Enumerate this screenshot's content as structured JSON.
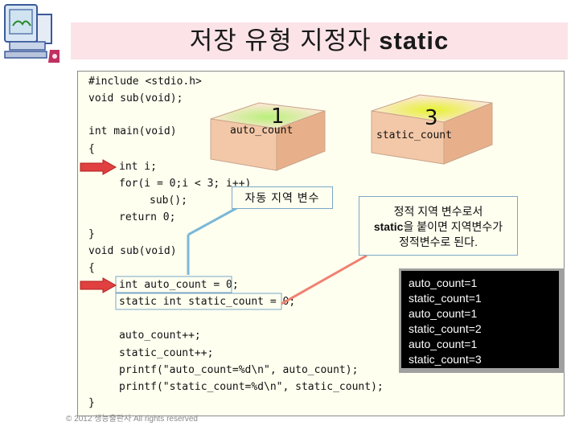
{
  "slide": {
    "title_prefix": "저장 유형 지정자 ",
    "title_keyword": "static"
  },
  "code_lines": [
    "#include <stdio.h>",
    "void sub(void);",
    "int main(void)",
    "{",
    "int i;",
    "for(i = 0;i < 3; i++)",
    "sub();",
    "return 0;",
    "}",
    "void sub(void)",
    "{",
    "int auto_count = 0;",
    "static int static_count = 0;",
    "auto_count++;",
    "static_count++;",
    "printf(\"auto_count=%d\\n\", auto_count);",
    "printf(\"static_count=%d\\n\", static_count);",
    "}"
  ],
  "boxes": {
    "auto": {
      "number": "1",
      "label": "auto_count"
    },
    "static": {
      "number": "3",
      "label": "static_count"
    }
  },
  "callouts": {
    "auto": "자동 지역 변수",
    "static_line1": "정적 지역 변수로서",
    "static_line2_keyword": "static",
    "static_line2_rest": "을 붙이면 지역변수가",
    "static_line3": "정적변수로 된다."
  },
  "console": {
    "lines": [
      "auto_count=1",
      "static_count=1",
      "auto_count=1",
      "static_count=2",
      "auto_count=1",
      "static_count=3"
    ]
  },
  "footer": "© 2012 생능출판사 All rights reserved",
  "colors": {
    "title_band": "#fbe3e8",
    "arrow": "#e04040",
    "callout_line_auto": "#7ab8d8",
    "callout_line_static": "#f08070",
    "console_bg": "#000000"
  }
}
